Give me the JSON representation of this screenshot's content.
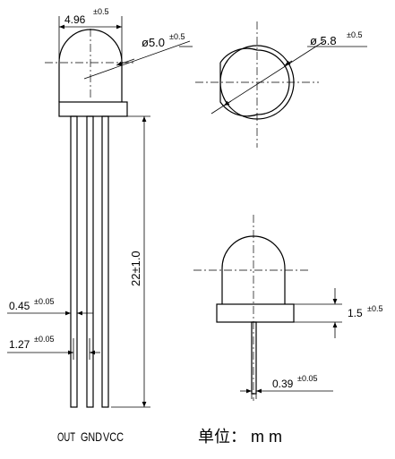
{
  "dims": {
    "top_width": "4.96",
    "top_width_tol": "±0.5",
    "lens_dia": "ø5.0",
    "lens_dia_tol": "±0.5",
    "flange_dia": "ø 5.8",
    "flange_dia_tol": "±0.5",
    "length": "22±1.0",
    "lead_width": "0.45",
    "lead_width_tol": "±0.05",
    "lead_pitch": "1.27",
    "lead_pitch_tol": "±0.05",
    "flange_height": "1.5",
    "flange_height_tol": "±0.5",
    "lead_thickness": "0.39",
    "lead_thickness_tol": "±0.05"
  },
  "pins": [
    "OUT",
    "GND",
    "VCC"
  ],
  "unit_label": "单位：  m  m"
}
